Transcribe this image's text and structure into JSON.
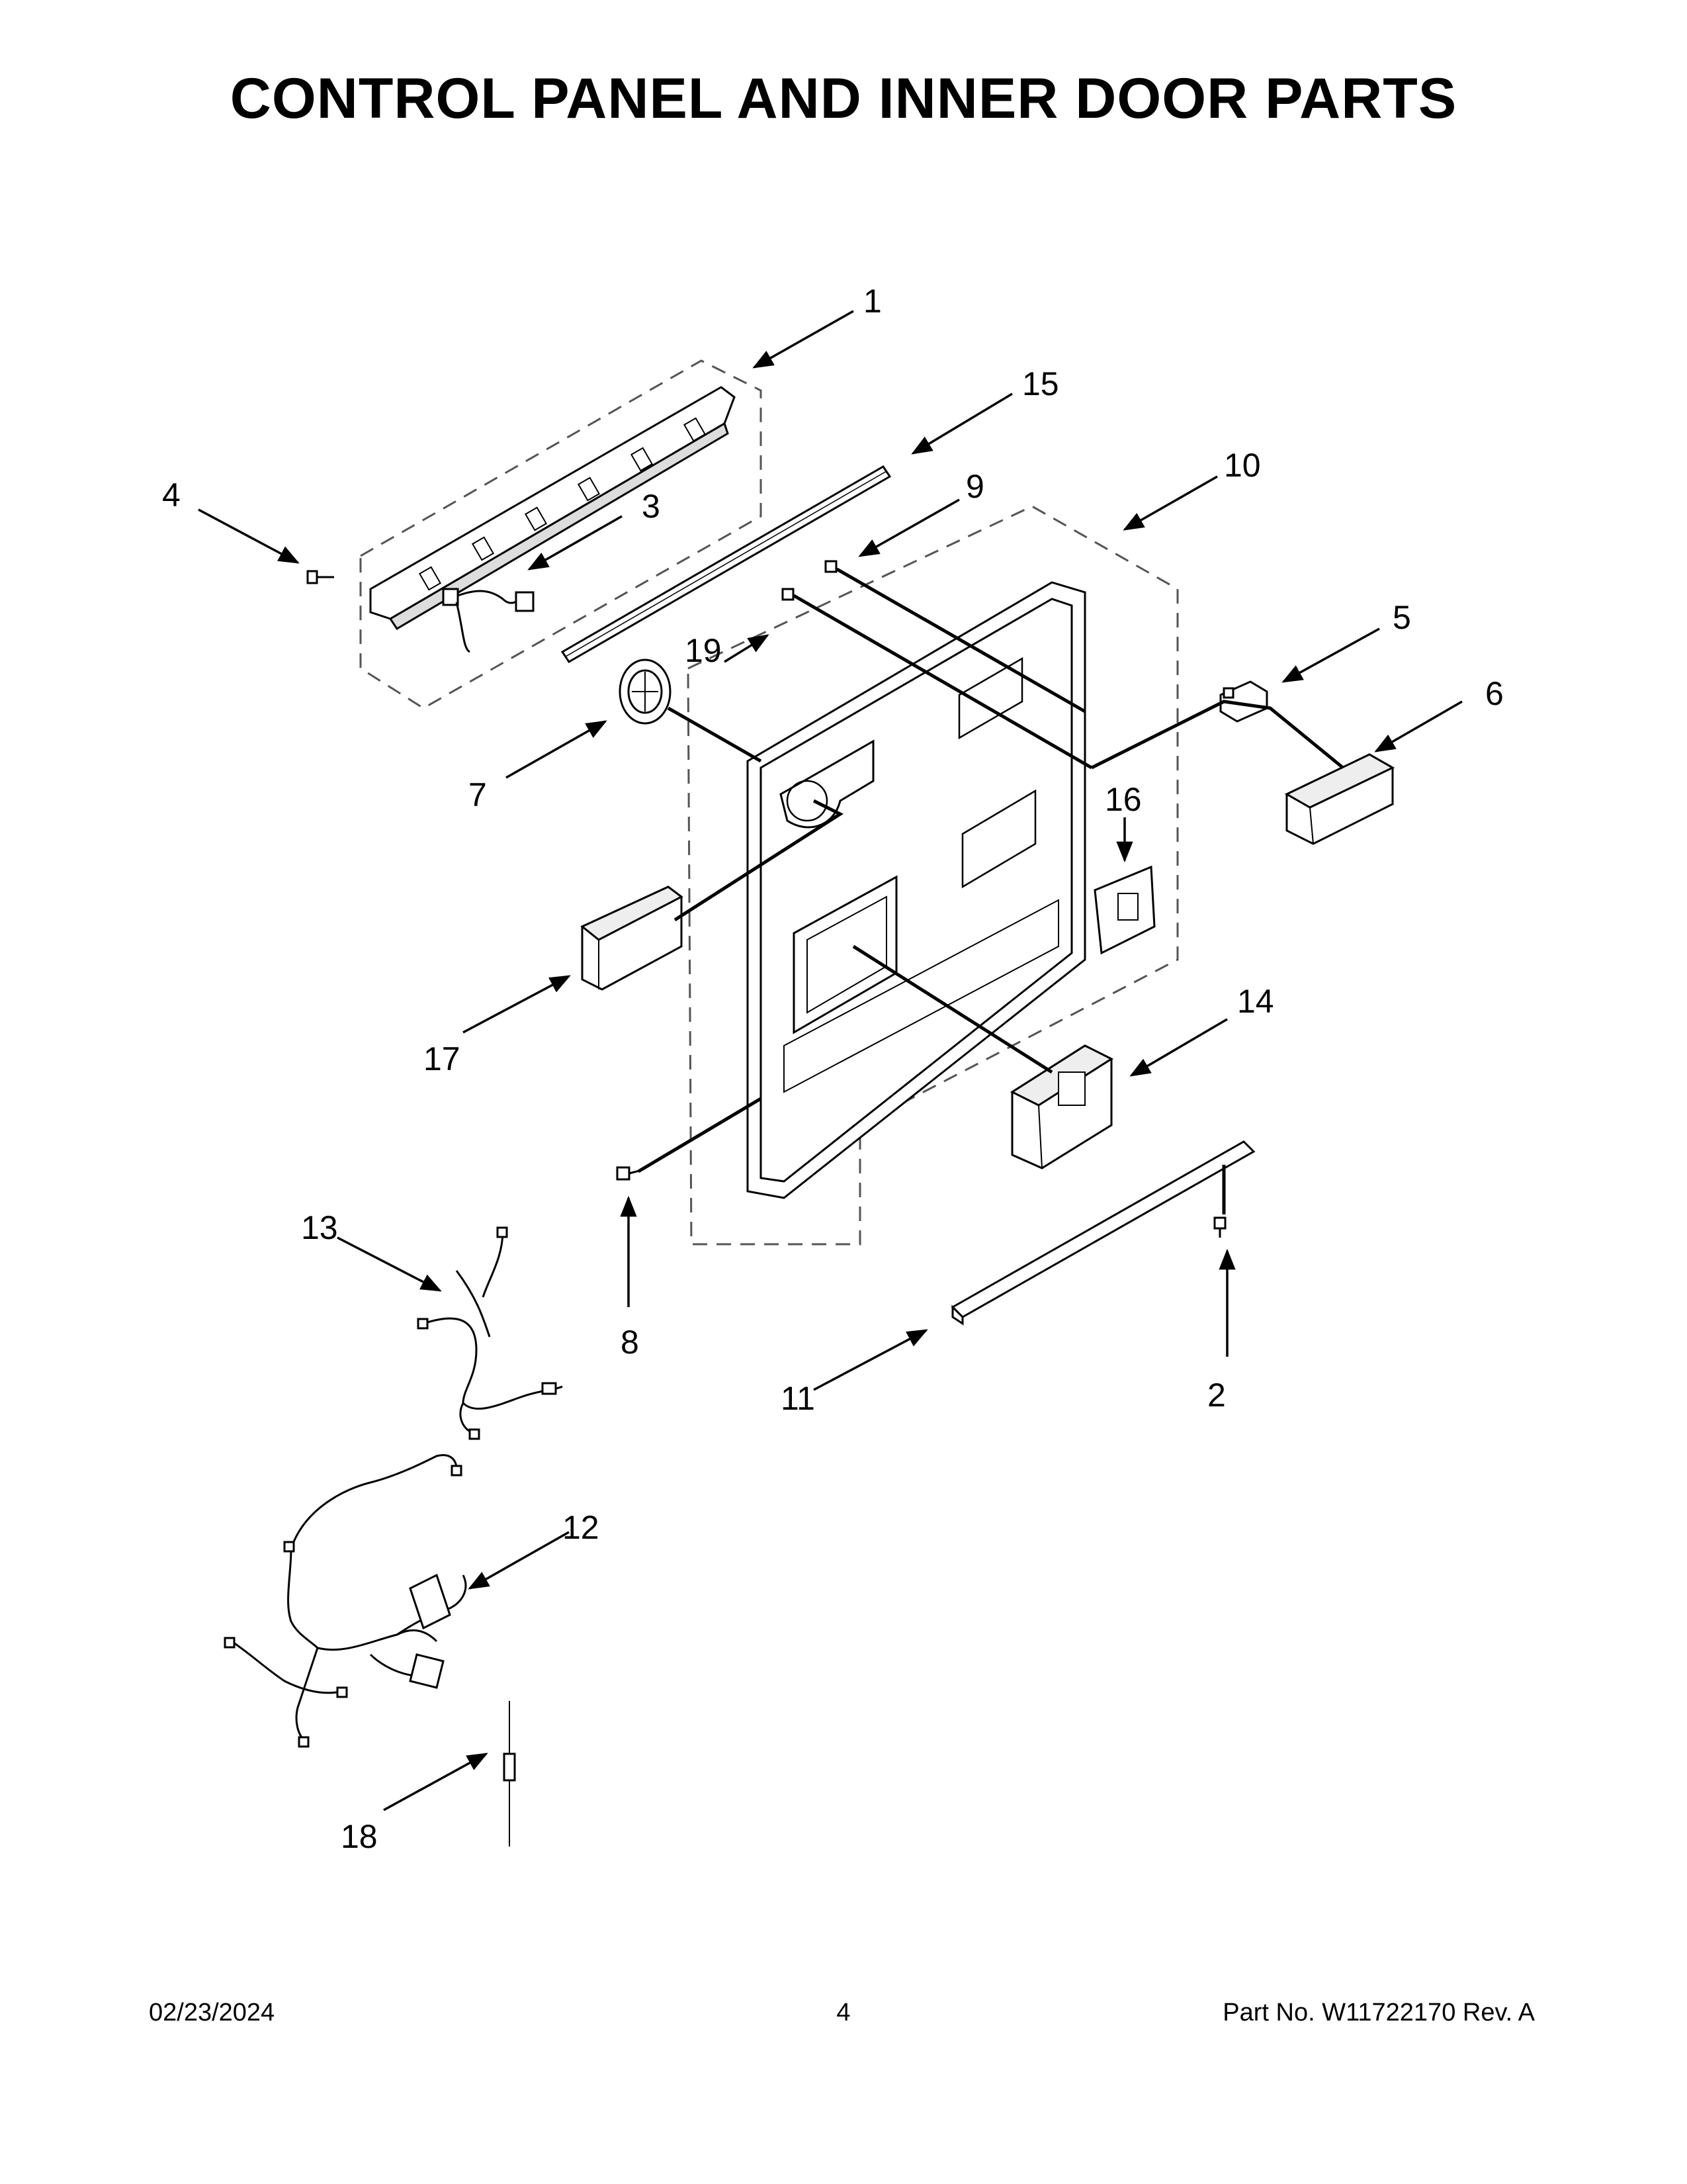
{
  "page": {
    "title": "CONTROL PANEL AND INNER DOOR PARTS",
    "footer": {
      "date": "02/23/2024",
      "page_number": "4",
      "part_number": "Part No.  W11722170  Rev.  A"
    }
  },
  "callouts": [
    "1",
    "2",
    "3",
    "4",
    "5",
    "6",
    "7",
    "8",
    "9",
    "10",
    "11",
    "12",
    "13",
    "14",
    "15",
    "16",
    "17",
    "18",
    "19"
  ]
}
